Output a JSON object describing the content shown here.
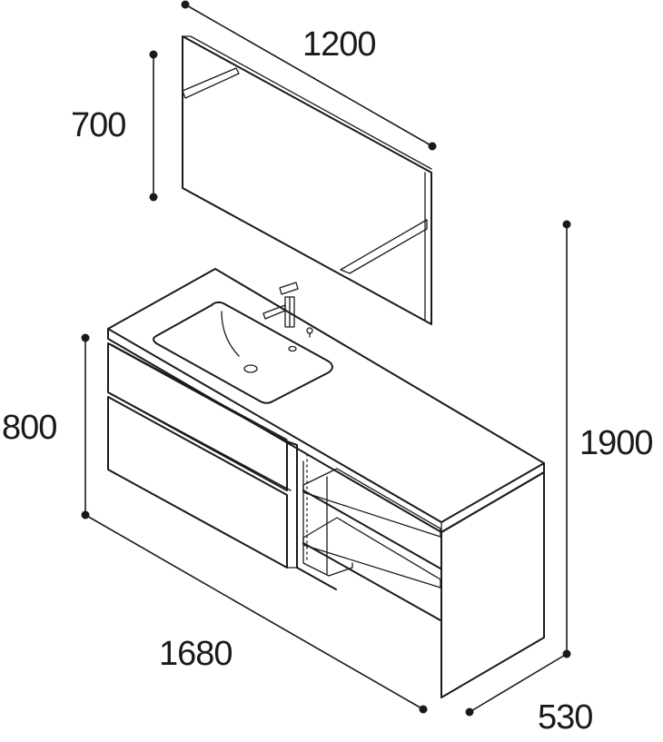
{
  "dimensions": {
    "mirror_width": "1200",
    "mirror_height": "700",
    "cabinet_height": "800",
    "total_height": "1900",
    "cabinet_width": "1680",
    "cabinet_depth": "530"
  }
}
